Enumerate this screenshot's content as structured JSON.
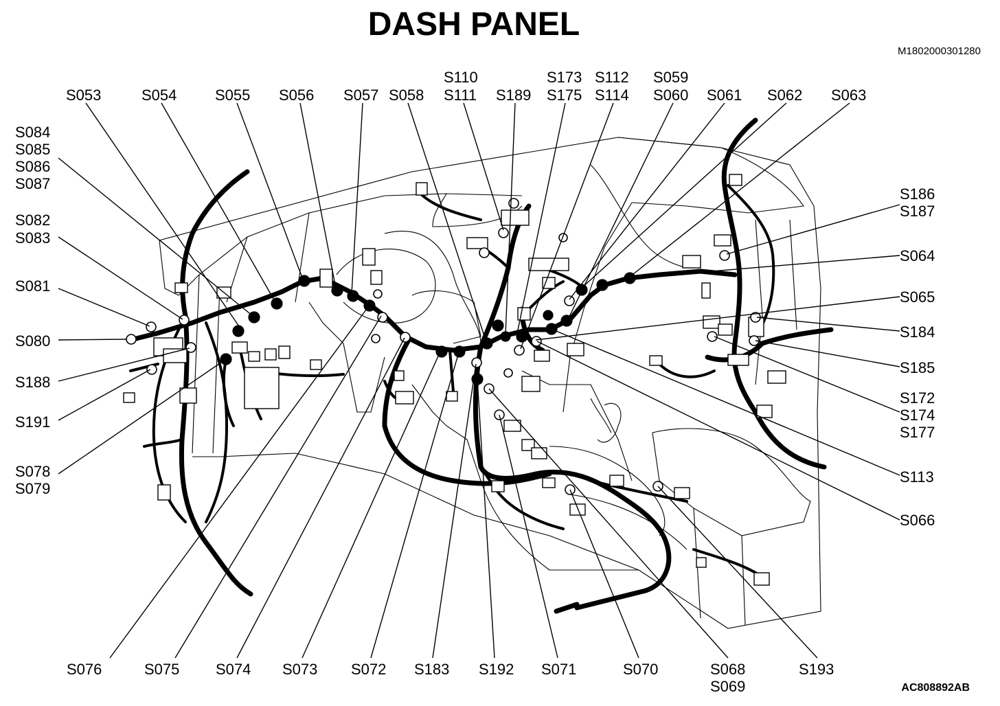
{
  "title": "DASH PANEL",
  "ref_top": "M1802000301280",
  "ref_bottom": "AC808892AB",
  "labels": {
    "S053": "S053",
    "S054": "S054",
    "S055": "S055",
    "S056": "S056",
    "S057": "S057",
    "S058": "S058",
    "S110_S111": [
      "S110",
      "S111"
    ],
    "S189": "S189",
    "S173_S175": [
      "S173",
      "S175"
    ],
    "S112_S114": [
      "S112",
      "S114"
    ],
    "S059_S060": [
      "S059",
      "S060"
    ],
    "S061": "S061",
    "S062": "S062",
    "S063": "S063",
    "S084_S087": [
      "S084",
      "S085",
      "S086",
      "S087"
    ],
    "S082_S083": [
      "S082",
      "S083"
    ],
    "S081": "S081",
    "S080": "S080",
    "S188": "S188",
    "S191": "S191",
    "S078_S079": [
      "S078",
      "S079"
    ],
    "S186_S187": [
      "S186",
      "S187"
    ],
    "S064": "S064",
    "S065": "S065",
    "S184": "S184",
    "S185": "S185",
    "S172_S177": [
      "S172",
      "S174",
      "S177"
    ],
    "S113": "S113",
    "S066": "S066",
    "S076": "S076",
    "S075": "S075",
    "S074": "S074",
    "S073": "S073",
    "S072": "S072",
    "S183": "S183",
    "S192": "S192",
    "S071": "S071",
    "S070": "S070",
    "S068_S069": [
      "S068",
      "S069"
    ],
    "S193": "S193"
  }
}
